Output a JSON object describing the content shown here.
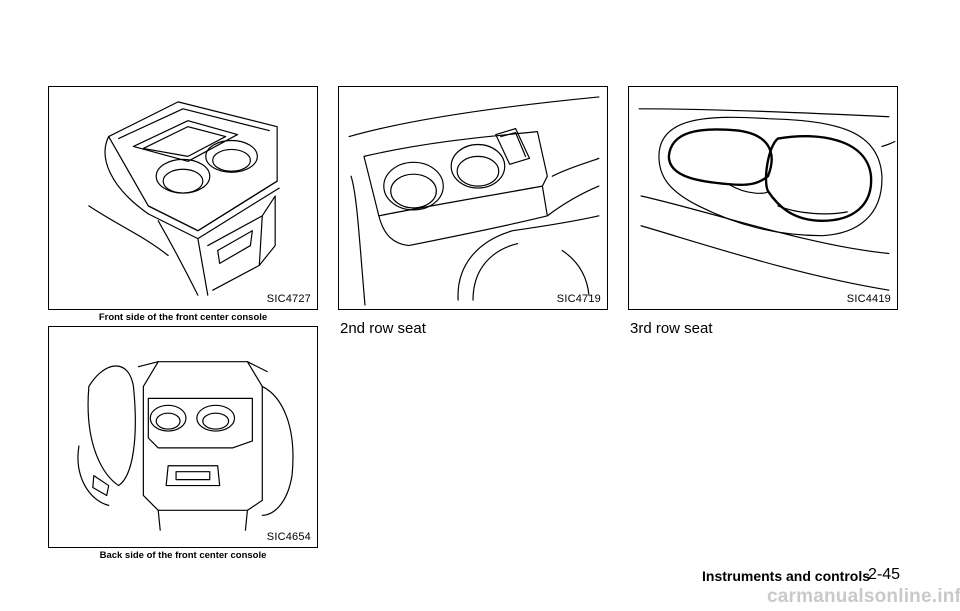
{
  "figures": {
    "front": {
      "code": "SIC4727",
      "caption": "Front side of the front center console"
    },
    "back": {
      "code": "SIC4654",
      "caption": "Back side of the front center console"
    },
    "second_row": {
      "code": "SIC4719",
      "heading": "2nd row seat"
    },
    "third_row": {
      "code": "SIC4419",
      "heading": "3rd row seat"
    }
  },
  "footer": {
    "section": "Instruments and controls",
    "page": "2-45"
  },
  "watermark": "carmanualsonline.info"
}
